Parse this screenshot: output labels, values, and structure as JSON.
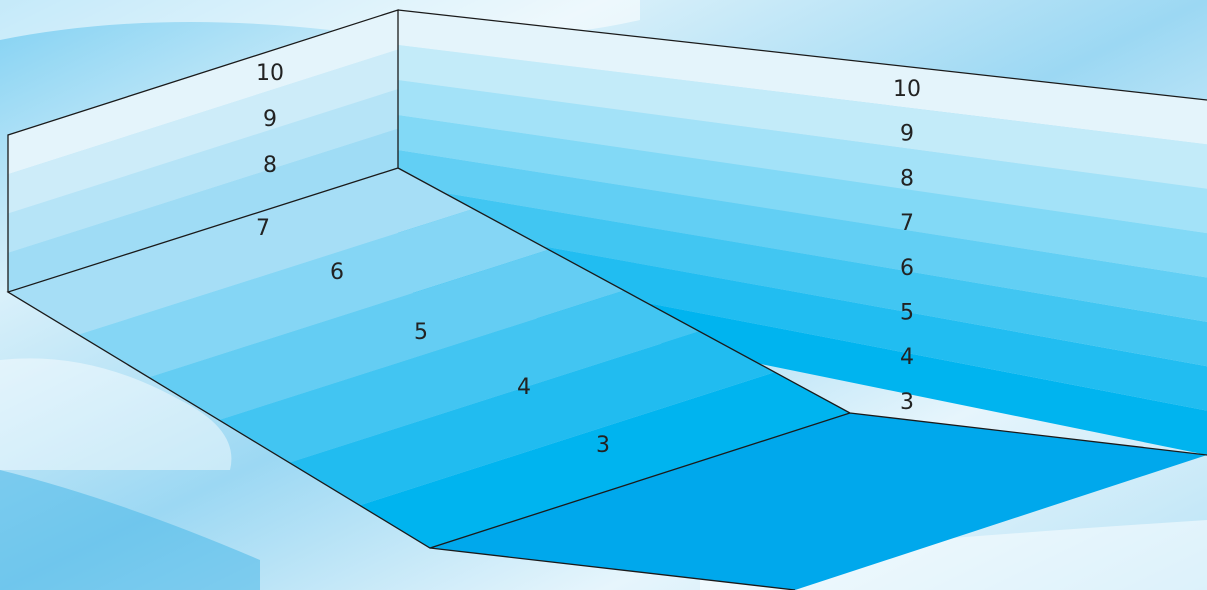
{
  "colors": {
    "line": "#1a1a1a",
    "label": "#222222",
    "backdrop_light": "#eef8fd",
    "backdrop_mid": "#bfe4f6",
    "floor_deep": "#00a8ec",
    "back_wall_top": "#e4f4fb",
    "back_wall_bottom": "#00b4ef"
  },
  "left_wall_levels": [
    "10",
    "9",
    "8"
  ],
  "slope_levels": [
    "7",
    "6",
    "5",
    "4",
    "3"
  ],
  "back_wall_levels": [
    "10",
    "9",
    "8",
    "7",
    "6",
    "5",
    "4",
    "3"
  ]
}
